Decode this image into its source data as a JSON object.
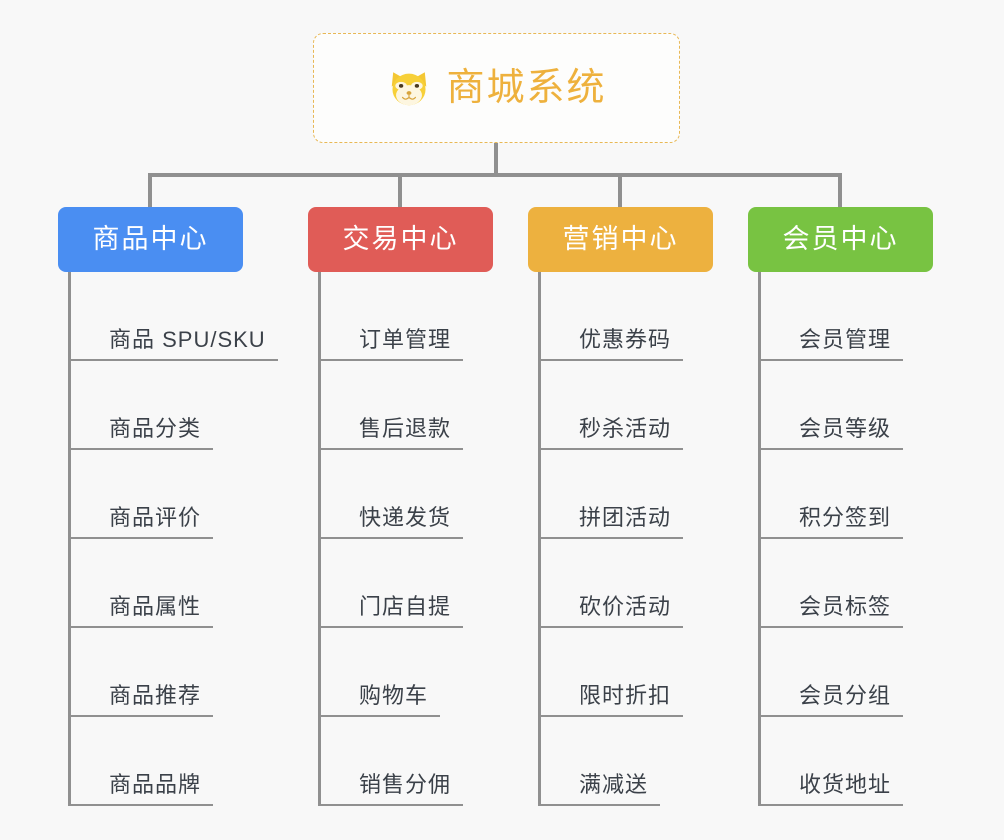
{
  "background_color": "#f8f8f8",
  "connector_color": "#909090",
  "root": {
    "icon": "shiba-dog-face-emoji",
    "title": "商城系统",
    "title_color": "#eeb13d",
    "border_color": "#e8b855",
    "background": "#fdfdfc"
  },
  "columns": [
    {
      "id": "product-center",
      "title": "商品中心",
      "color": "#4a8ef2",
      "items": [
        {
          "label": "商品 SPU/SKU"
        },
        {
          "label": "商品分类"
        },
        {
          "label": "商品评价"
        },
        {
          "label": "商品属性"
        },
        {
          "label": "商品推荐"
        },
        {
          "label": "商品品牌"
        }
      ]
    },
    {
      "id": "trade-center",
      "title": "交易中心",
      "color": "#e05c57",
      "items": [
        {
          "label": "订单管理"
        },
        {
          "label": "售后退款"
        },
        {
          "label": "快递发货"
        },
        {
          "label": "门店自提"
        },
        {
          "label": "购物车"
        },
        {
          "label": "销售分佣"
        }
      ]
    },
    {
      "id": "marketing-center",
      "title": "营销中心",
      "color": "#edb13f",
      "items": [
        {
          "label": "优惠券码"
        },
        {
          "label": "秒杀活动"
        },
        {
          "label": "拼团活动"
        },
        {
          "label": "砍价活动"
        },
        {
          "label": "限时折扣"
        },
        {
          "label": "满减送"
        }
      ]
    },
    {
      "id": "member-center",
      "title": "会员中心",
      "color": "#78c342",
      "items": [
        {
          "label": "会员管理"
        },
        {
          "label": "会员等级"
        },
        {
          "label": "积分签到"
        },
        {
          "label": "会员标签"
        },
        {
          "label": "会员分组"
        },
        {
          "label": "收货地址"
        }
      ]
    }
  ]
}
